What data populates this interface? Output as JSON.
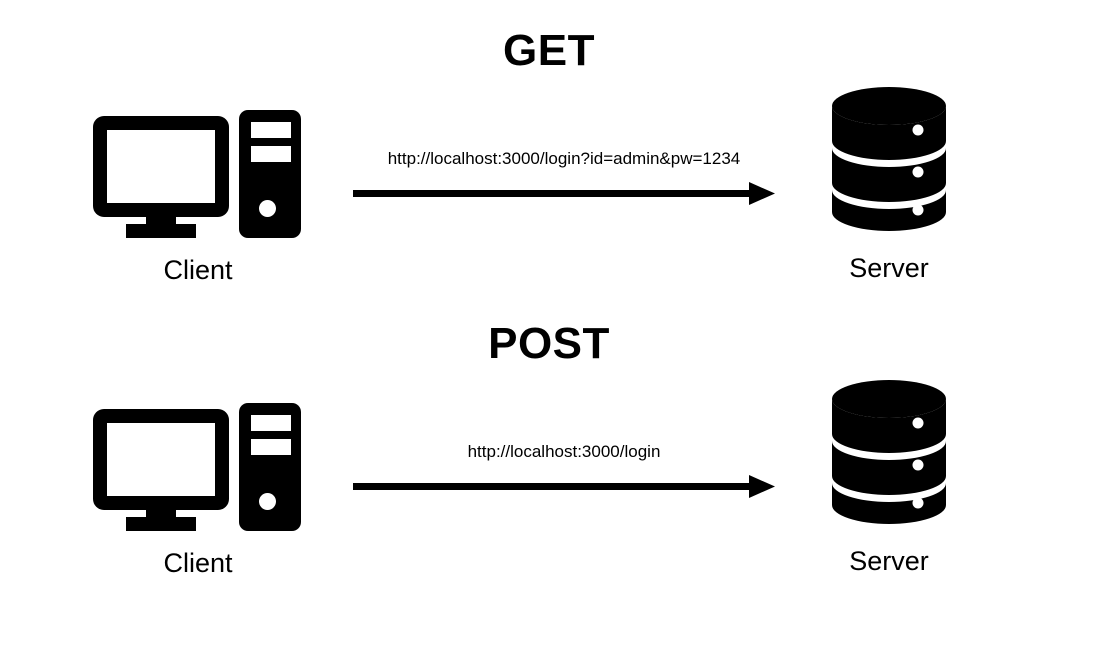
{
  "diagram": {
    "title_get": "GET",
    "title_post": "POST",
    "background_color": "#ffffff",
    "foreground_color": "#000000",
    "sections": [
      {
        "method": "GET",
        "client_label": "Client",
        "server_label": "Server",
        "request_url": "http://localhost:3000/login?id=admin&pw=1234",
        "arrow_direction": "client-to-server"
      },
      {
        "method": "POST",
        "client_label": "Client",
        "server_label": "Server",
        "request_url": "http://localhost:3000/login",
        "arrow_direction": "client-to-server"
      }
    ]
  }
}
